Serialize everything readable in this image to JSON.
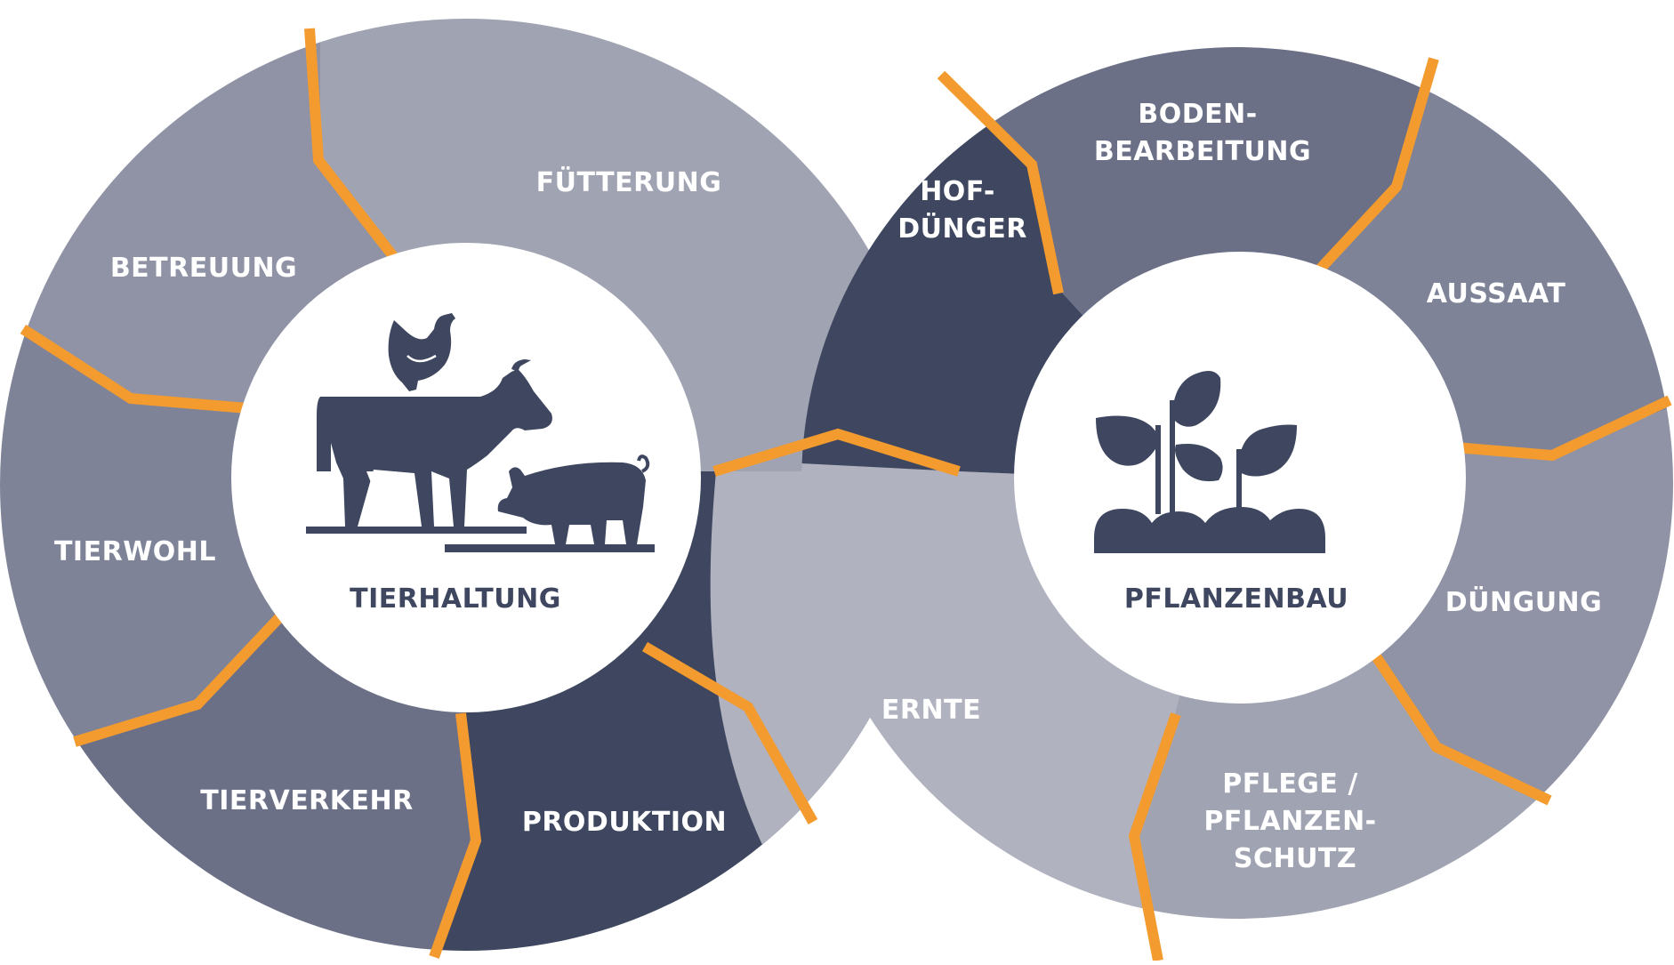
{
  "colors": {
    "accent": "#f39b2f",
    "dark": "#3e475f",
    "slate": "#6b7087",
    "mid": "#7e8398",
    "gray": "#8f93a5",
    "light": "#a0a3b2",
    "lighter": "#b0b2bf",
    "white": "#ffffff"
  },
  "left_cycle": {
    "center_label": "TIERHALTUNG",
    "center_icon": "livestock-icon",
    "segments": {
      "fuetterung": "FÜTTERUNG",
      "betreuung": "BETREUUNG",
      "tierwohl": "TIERWOHL",
      "tierverkehr": "TIERVERKEHR",
      "produktion": "PRODUKTION"
    }
  },
  "right_cycle": {
    "center_label": "PFLANZENBAU",
    "center_icon": "plant-sprout-icon",
    "segments": {
      "hofduenger": [
        "HOF-",
        "DÜNGER"
      ],
      "bodenbearbeitung": [
        "BODEN-",
        "BEARBEITUNG"
      ],
      "aussaat": "AUSSAAT",
      "duengung": "DÜNGUNG",
      "pflege": [
        "PFLEGE /",
        "PFLANZEN-",
        "SCHUTZ"
      ],
      "ernte": "ERNTE"
    }
  }
}
